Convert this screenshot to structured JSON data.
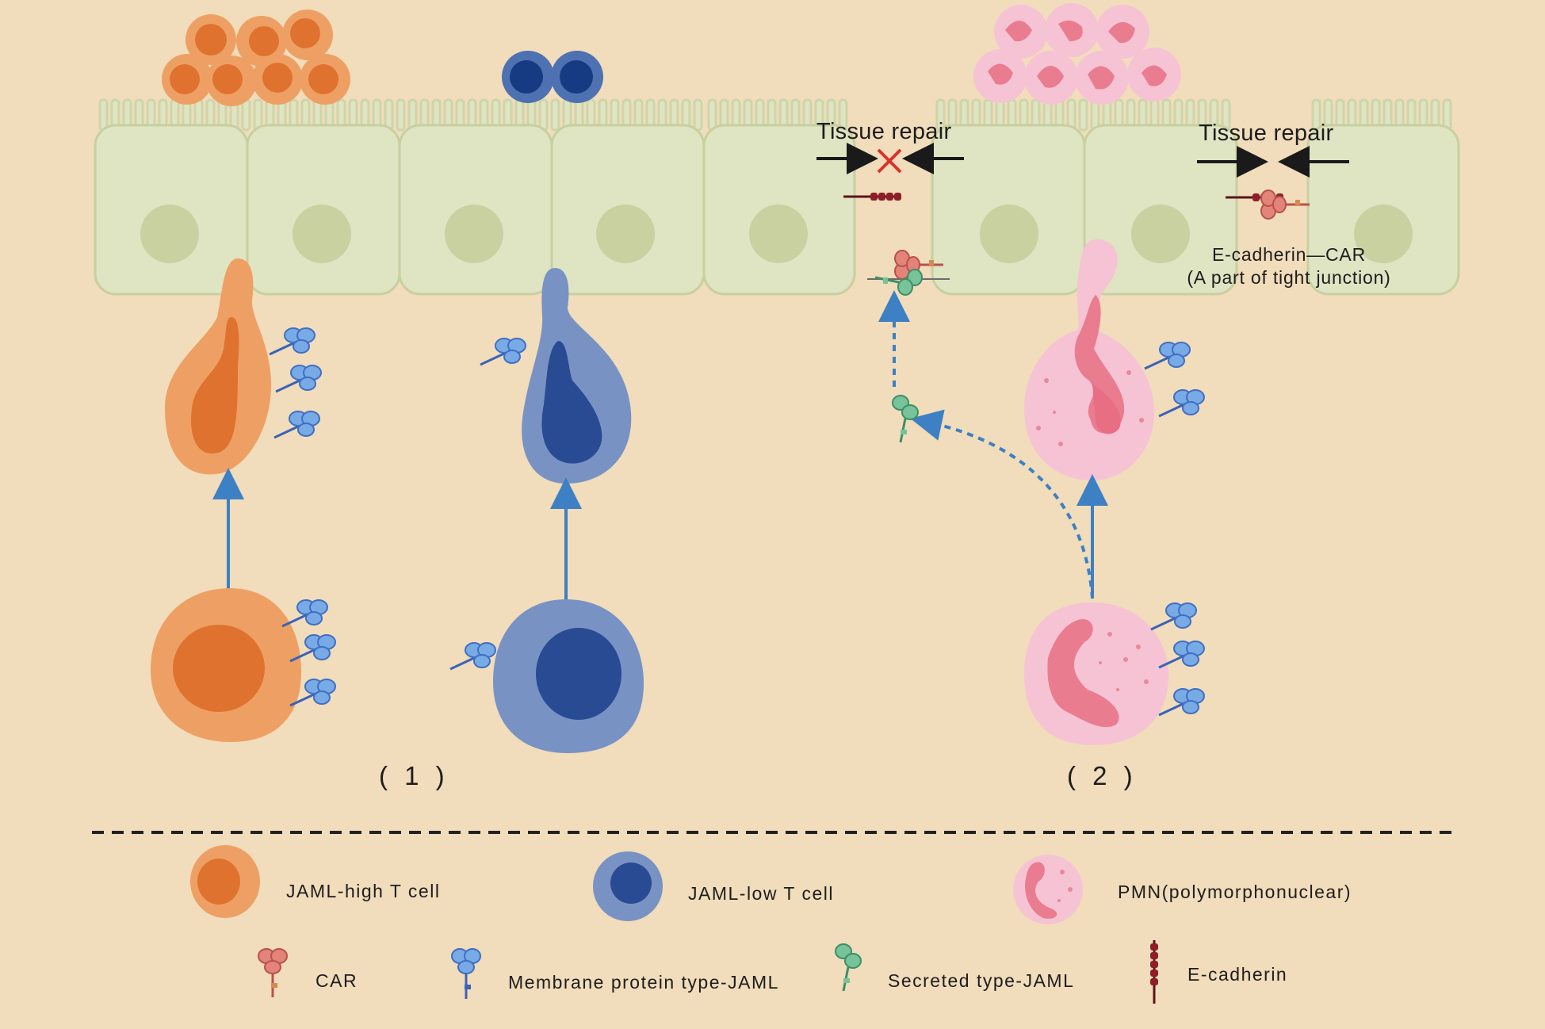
{
  "labels": {
    "tissue_repair_left": "Tissue repair",
    "tissue_repair_right": "Tissue repair",
    "junction_line1": "E-cadherin—CAR",
    "junction_line2": "(A part of tight junction)",
    "panel1": "( 1 )",
    "panel2": "( 2 )"
  },
  "legend": {
    "jaml_high": "JAML-high  T  cell",
    "jaml_low": "JAML-low  T  cell",
    "pmn": "PMN(polymorphonuclear)",
    "car": "CAR",
    "membrane_jaml": "Membrane  protein  type-JAML",
    "secreted_jaml": "Secreted  type-JAML",
    "ecadherin": "E-cadherin"
  },
  "colors": {
    "background": "#f1dcbb",
    "epithelium": "#dfe4c3",
    "nucleus": "#c9d1a0",
    "jaml_high_outer": "#eea064",
    "jaml_high_inner": "#e07230",
    "jaml_low_outer": "#7992c4",
    "jaml_low_inner": "#284b94",
    "pmn_outer": "#f6c3d4",
    "pmn_inner": "#ea7c90",
    "jaml_protein": "#78aae6",
    "car_protein": "#e2847a",
    "secreted_protein": "#79c39a",
    "ecadherin": "#8c1f28",
    "arrow": "#3d80c3",
    "block_mark": "#d9322d"
  }
}
